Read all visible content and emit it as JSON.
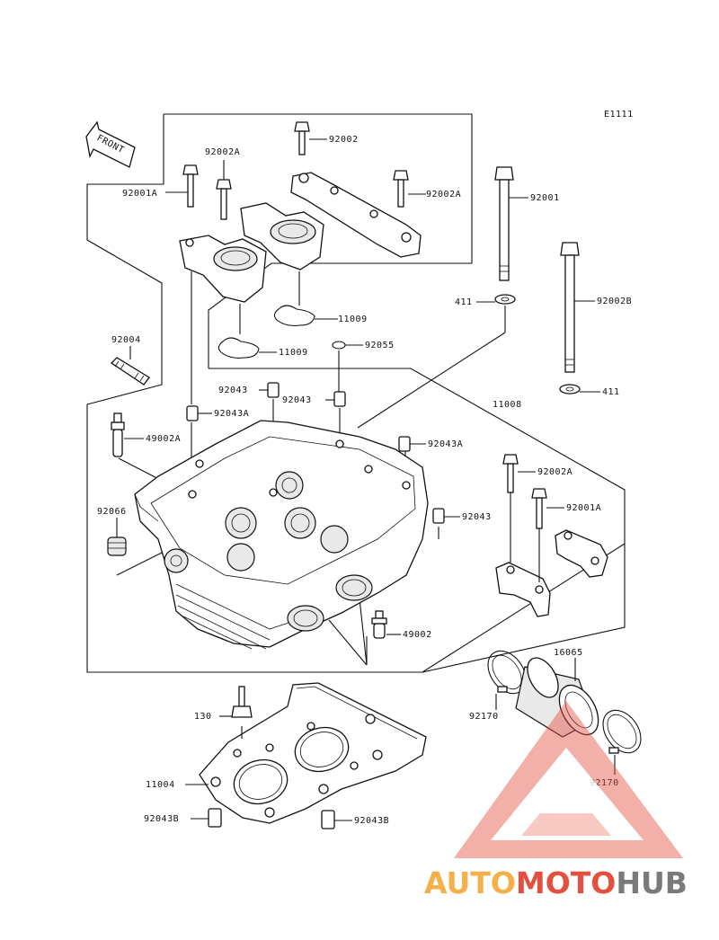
{
  "diagram": {
    "ref_code": "E1111",
    "front_label": "FRONT",
    "labels": {
      "p92002": "92002",
      "p92002A_top": "92002A",
      "p92001A_top": "92001A",
      "p92002A_right": "92002A",
      "p92001": "92001",
      "p411_a": "411",
      "p92002B": "92002B",
      "p411_b": "411",
      "p11009_a": "11009",
      "p11009_b": "11009",
      "p92055": "92055",
      "p92004": "92004",
      "p92043_a": "92043",
      "p92043_b": "92043",
      "p92043A_a": "92043A",
      "p11008": "11008",
      "p49002A": "49002A",
      "p92043A_b": "92043A",
      "p92002A_low": "92002A",
      "p92001A_low": "92001A",
      "p92066": "92066",
      "p92043_c": "92043",
      "p49002": "49002",
      "p16065": "16065",
      "p130": "130",
      "p92170_a": "92170",
      "p92170_b": "92170",
      "p11004": "11004",
      "p92043B_a": "92043B",
      "p92043B_b": "92043B"
    }
  },
  "watermark": {
    "part1": "AUTO",
    "part2": "MOTO",
    "part3": "HUB",
    "colors": {
      "orange": "#f5b04a",
      "red": "#e4503f",
      "gray": "#7a7a7a"
    }
  }
}
